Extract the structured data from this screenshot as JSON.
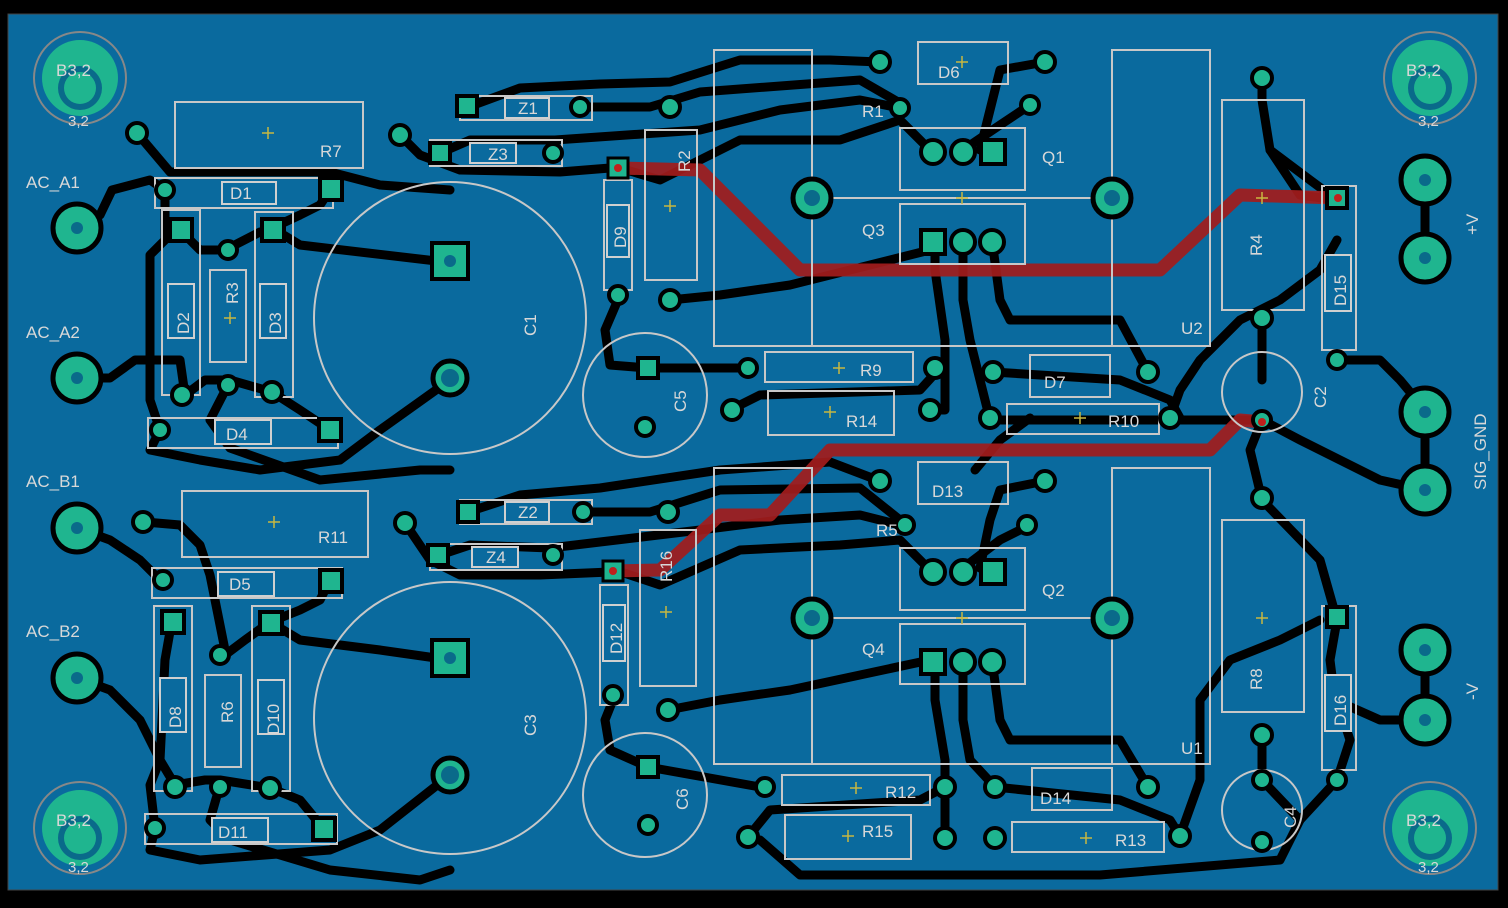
{
  "board": {
    "background": "#0a6a9e",
    "copper_color": "#000000",
    "pad_color": "#1fb58f",
    "silk_color": "#c8c8c8",
    "top_trace_color": "#a31c1c"
  },
  "connectors": {
    "ac_a1": "AC_A1",
    "ac_a2": "AC_A2",
    "ac_b1": "AC_B1",
    "ac_b2": "AC_B2",
    "vplus": "+V",
    "vminus": "-V",
    "sig_gnd": "SIG_GND"
  },
  "mount_holes": {
    "label": "B3,2",
    "sub": "3,2"
  },
  "parts": {
    "r1": "R1",
    "r2": "R2",
    "r3": "R3",
    "r4": "R4",
    "r5": "R5",
    "r6": "R6",
    "r7": "R7",
    "r8": "R8",
    "r9": "R9",
    "r10": "R10",
    "r11": "R11",
    "r12": "R12",
    "r13": "R13",
    "r14": "R14",
    "r15": "R15",
    "r16": "R16",
    "d1": "D1",
    "d2": "D2",
    "d3": "D3",
    "d4": "D4",
    "d5": "D5",
    "d6": "D6",
    "d7": "D7",
    "d8": "D8",
    "d9": "D9",
    "d10": "D10",
    "d11": "D11",
    "d12": "D12",
    "d13": "D13",
    "d14": "D14",
    "d15": "D15",
    "d16": "D16",
    "z1": "Z1",
    "z2": "Z2",
    "z3": "Z3",
    "z4": "Z4",
    "c1": "C1",
    "c2": "C2",
    "c3": "C3",
    "c4": "C4",
    "c5": "C5",
    "c6": "C6",
    "q1": "Q1",
    "q2": "Q2",
    "q3": "Q3",
    "q4": "Q4",
    "u1": "U1",
    "u2": "U2"
  }
}
